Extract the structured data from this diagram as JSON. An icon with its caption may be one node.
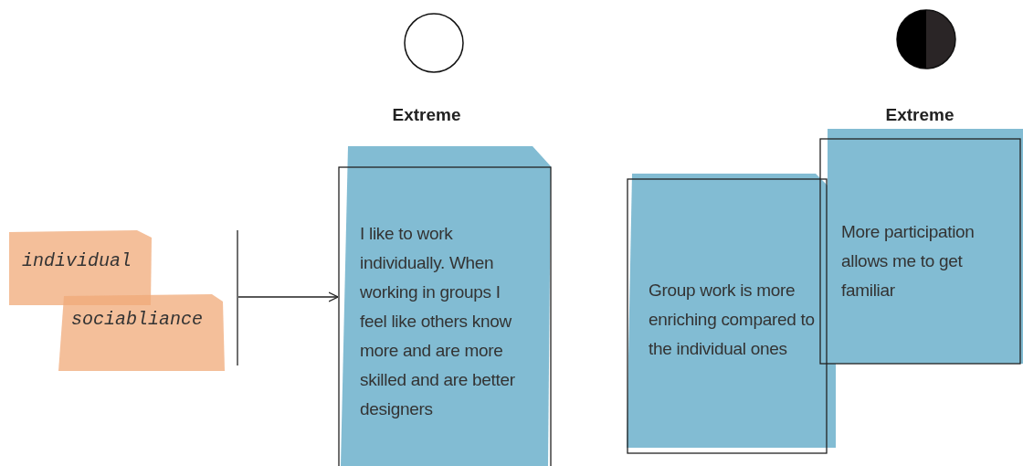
{
  "diagram": {
    "nodes": [
      {
        "text": [],
        "shape": "circle"
      },
      {
        "text": [],
        "shape": "circle"
      },
      {
        "text": [
          "individual"
        ]
      },
      {
        "text": [
          "sociabliance"
        ]
      },
      {
        "text": [
          "Extreme",
          "I like to work individually. When working in groups I feel like others know more and are more skilled and are better designers"
        ]
      },
      {
        "text": [
          "Group work is more enriching compared to the individual ones"
        ]
      },
      {
        "text": [
          "Extreme",
          "More participation allows me to get familiar"
        ]
      }
    ],
    "edges": [
      {
        "from": null,
        "to": 4,
        "arrow": "to"
      }
    ]
  }
}
